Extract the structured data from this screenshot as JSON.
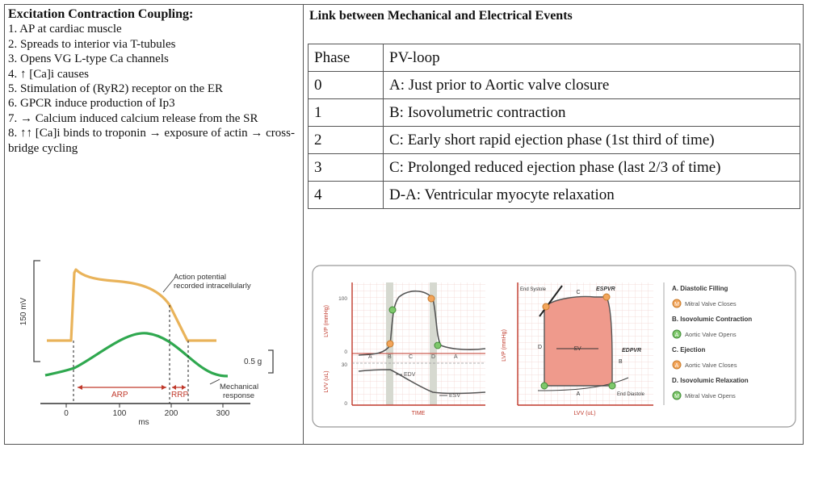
{
  "left": {
    "title": "Excitation Contraction Coupling:",
    "items": [
      "1.   AP at cardiac muscle",
      "2.   Spreads to interior via T-tubules",
      "3.   Opens VG L-type Ca channels",
      "4.   ↑ [Ca]i causes",
      "5.   Stimulation of (RyR2) receptor on the ER",
      "6.   GPCR induce production of Ip3",
      "7.   → Calcium induced calcium release from the SR",
      "8.   ↑↑ [Ca]i binds to troponin → exposure of actin → cross-bridge cycling"
    ]
  },
  "right": {
    "title": "Link between Mechanical and Electrical Events",
    "table": {
      "headers": [
        "Phase",
        "PV-loop"
      ],
      "rows": [
        [
          "0",
          "A: Just prior to Aortic valve closure"
        ],
        [
          "1",
          "B: Isovolumetric contraction"
        ],
        [
          "2",
          "C: Early short rapid ejection phase (1st third of time)"
        ],
        [
          "3",
          "C: Prolonged reduced ejection phase (last 2/3 of time)"
        ],
        [
          "4",
          "D-A: Ventricular myocyte relaxation"
        ]
      ]
    }
  },
  "ap_figure": {
    "ylabel": "150 mV",
    "xlabel": "ms",
    "ticks": [
      "0",
      "100",
      "200",
      "300"
    ],
    "ap_label_1": "Action potential",
    "ap_label_2": "recorded intracellularly",
    "force_scale": "0.5 g",
    "mech_label_1": "Mechanical",
    "mech_label_2": "response",
    "arp": "ARP",
    "rrp": "RRP",
    "colors": {
      "ap": "#e9b35a",
      "mech": "#2fa84f",
      "period": "#c0392b"
    }
  },
  "wiggers": {
    "ylabel_top": "LVP (mmHg)",
    "ylabel_bottom": "LVV (uL)",
    "xlabel": "TIME",
    "y100": "100",
    "y0": "0",
    "y30": "30",
    "y0b": "0",
    "phases": [
      "A",
      "B",
      "C",
      "D",
      "A"
    ],
    "edv": "EDV",
    "esv": "ESV"
  },
  "pvloop": {
    "ylabel": "LVP (mmHg)",
    "xlabel": "LVV (uL)",
    "end_systole": "End Systole",
    "espvr": "ESPVR",
    "edpvr": "EDPVR",
    "end_diastole": "End Diastole",
    "sv": "SV",
    "letters": [
      "A",
      "B",
      "C",
      "D"
    ],
    "colors": {
      "fill": "#ef9a8c",
      "open": "#7ec86b",
      "close": "#f3a55a"
    }
  },
  "legend": [
    {
      "type": "header",
      "text": "A.  Diastolic Filling"
    },
    {
      "type": "marker",
      "letter": "M",
      "color": "#f3a55a",
      "text": "Mitral Valve Closes"
    },
    {
      "type": "header",
      "text": "B.  Isovolumic Contraction"
    },
    {
      "type": "marker",
      "letter": "A",
      "color": "#7ec86b",
      "text": "Aortic Valve Opens"
    },
    {
      "type": "header",
      "text": "C.  Ejection"
    },
    {
      "type": "marker",
      "letter": "A",
      "color": "#f3a55a",
      "text": "Aortic Valve Closes"
    },
    {
      "type": "header",
      "text": "D.  Isovolumic Relaxation"
    },
    {
      "type": "marker",
      "letter": "M",
      "color": "#7ec86b",
      "text": "Mitral Valve Opens"
    }
  ]
}
